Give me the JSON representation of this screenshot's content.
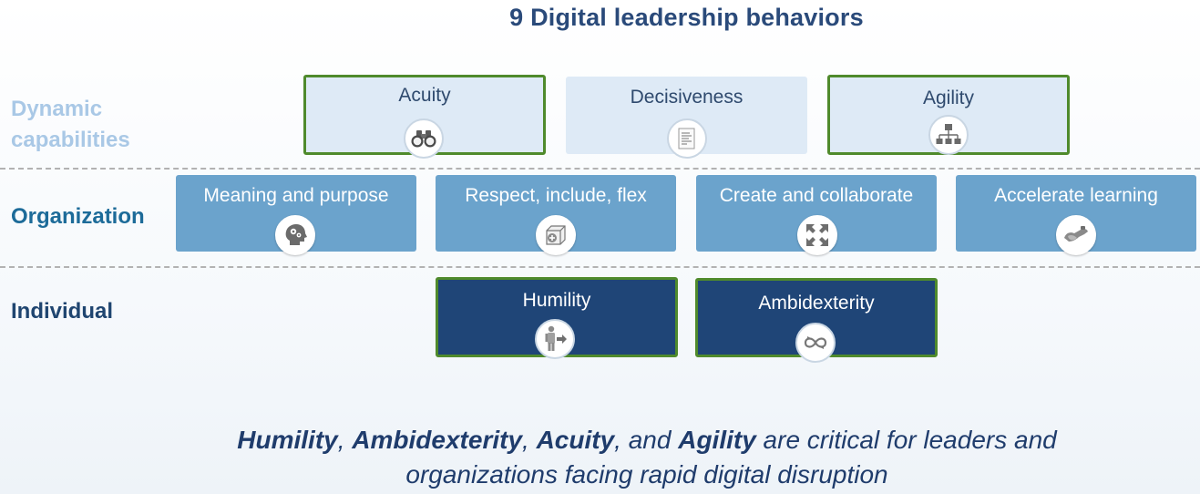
{
  "title": "9 Digital leadership behaviors",
  "rows": {
    "dynamic": "Dynamic capabilities",
    "dynamic_line1": "Dynamic",
    "dynamic_line2": "capabilities",
    "organization": "Organization",
    "individual": "Individual"
  },
  "behaviors": {
    "acuity": {
      "label": "Acuity",
      "icon": "binoculars-icon",
      "highlighted": true
    },
    "decisiveness": {
      "label": "Decisiveness",
      "icon": "document-icon",
      "highlighted": false
    },
    "agility": {
      "label": "Agility",
      "icon": "org-chart-icon",
      "highlighted": true
    },
    "meaning": {
      "label": "Meaning and purpose",
      "icon": "head-gears-icon",
      "highlighted": false
    },
    "respect": {
      "label": "Respect, include, flex",
      "icon": "cube-plus-icon",
      "highlighted": false
    },
    "create": {
      "label": "Create and collaborate",
      "icon": "expand-arrows-icon",
      "highlighted": false
    },
    "accelerate": {
      "label": "Accelerate learning",
      "icon": "handshake-icon",
      "highlighted": false
    },
    "humility": {
      "label": "Humility",
      "icon": "person-icon",
      "highlighted": true
    },
    "ambidexterity": {
      "label": "Ambidexterity",
      "icon": "infinity-arrows-icon",
      "highlighted": true
    }
  },
  "caption": {
    "b1": "Humility",
    "s1": ", ",
    "b2": "Ambidexterity",
    "s2": ", ",
    "b3": "Acuity",
    "s3": ", and ",
    "b4": "Agility",
    "s4": " are critical for leaders and organizations facing rapid digital disruption"
  },
  "colors": {
    "title": "#2a4a7a",
    "highlight_border": "#4f8a2c",
    "dynamic_fill": "#deeaf6",
    "organization_fill": "#6ba3cc",
    "individual_fill": "#1f4577"
  }
}
